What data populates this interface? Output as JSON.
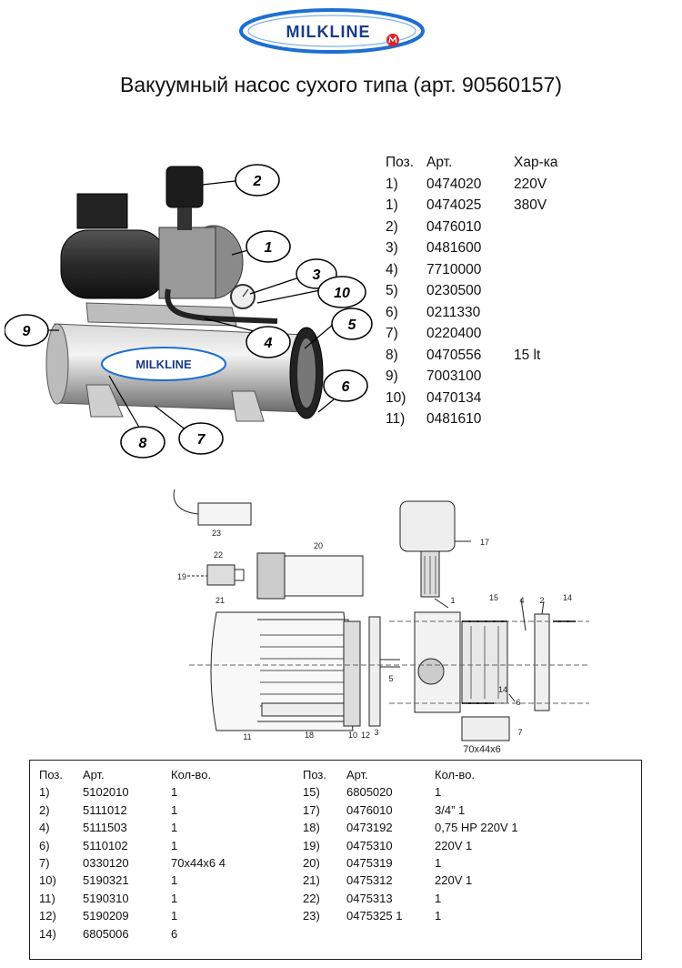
{
  "brand": {
    "name": "MILKLINE",
    "text_color": "#1a3c8c",
    "ring_color": "#1e6fd1",
    "badge_color": "#d9262c"
  },
  "title": "Вакуумный насос сухого типа (арт. 90560157)",
  "spec_table": {
    "headers": [
      "Поз.",
      "Арт.",
      "Хар-ка"
    ],
    "rows": [
      {
        "pos": "1)",
        "art": "0474020",
        "char": "220V"
      },
      {
        "pos": "1)",
        "art": "0474025",
        "char": "380V"
      },
      {
        "pos": "2)",
        "art": "0476010",
        "char": ""
      },
      {
        "pos": "3)",
        "art": "0481600",
        "char": ""
      },
      {
        "pos": "4)",
        "art": "7710000",
        "char": ""
      },
      {
        "pos": "5)",
        "art": "0230500",
        "char": ""
      },
      {
        "pos": "6)",
        "art": "0211330",
        "char": ""
      },
      {
        "pos": "7)",
        "art": "0220400",
        "char": ""
      },
      {
        "pos": "8)",
        "art": "0470556",
        "char": "15 lt"
      },
      {
        "pos": "9)",
        "art": "7003100",
        "char": ""
      },
      {
        "pos": "10)",
        "art": "0470134",
        "char": ""
      },
      {
        "pos": "11)",
        "art": "0481610",
        "char": ""
      }
    ]
  },
  "photo_callouts": [
    "1",
    "2",
    "3",
    "4",
    "5",
    "6",
    "7",
    "8",
    "9",
    "10"
  ],
  "tank_label": "MILKLINE",
  "drawing_labels": [
    "23",
    "22",
    "19",
    "21",
    "20",
    "17",
    "1",
    "15",
    "4",
    "2",
    "14",
    "5",
    "6",
    "14",
    "11",
    "18",
    "10",
    "12",
    "3",
    "7"
  ],
  "drawing_dimension": "70x44x6",
  "parts_table": {
    "headers": [
      "Поз.",
      "Арт.",
      "Кол-во."
    ],
    "left": [
      {
        "pos": "1)",
        "art": "5102010",
        "qty": "1"
      },
      {
        "pos": "2)",
        "art": "5111012",
        "qty": "1"
      },
      {
        "pos": "4)",
        "art": "5111503",
        "qty": "1"
      },
      {
        "pos": "6)",
        "art": "5110102",
        "qty": "1"
      },
      {
        "pos": "7)",
        "art": "0330120",
        "qty": "70x44x6 4"
      },
      {
        "pos": "10)",
        "art": "5190321",
        "qty": "1"
      },
      {
        "pos": "11)",
        "art": "5190310",
        "qty": "1"
      },
      {
        "pos": "12)",
        "art": "5190209",
        "qty": "1"
      },
      {
        "pos": "14)",
        "art": "6805006",
        "qty": "6"
      }
    ],
    "right": [
      {
        "pos": "15)",
        "art": "6805020",
        "qty": "1"
      },
      {
        "pos": "17)",
        "art": "0476010",
        "qty": "3/4” 1"
      },
      {
        "pos": "18)",
        "art": "0473192",
        "qty": "0,75 HP 220V 1"
      },
      {
        "pos": "19)",
        "art": "0475310",
        "qty": "220V 1"
      },
      {
        "pos": "20)",
        "art": "0475319",
        "qty": "1"
      },
      {
        "pos": "21)",
        "art": "0475312",
        "qty": "220V 1"
      },
      {
        "pos": "22)",
        "art": "0475313",
        "qty": "1"
      },
      {
        "pos": "23)",
        "art": "0475325 1",
        "qty": "1"
      }
    ]
  }
}
